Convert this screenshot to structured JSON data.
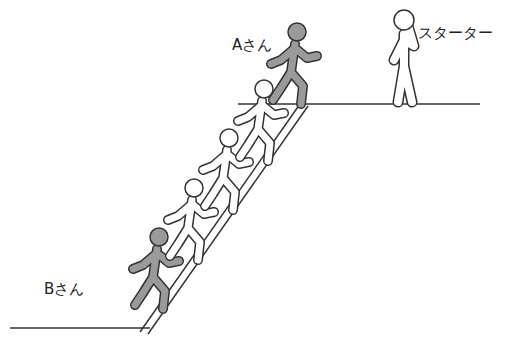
{
  "diagram": {
    "labels": [
      "Aさん",
      "スターター",
      "Bさん"
    ]
  }
}
